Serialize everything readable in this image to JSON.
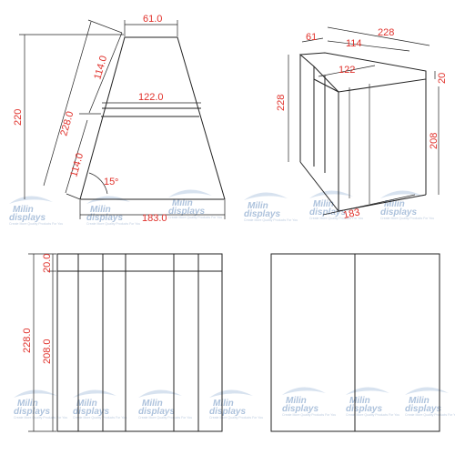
{
  "dimensions": {
    "front_top_width": "61.0",
    "front_mid_width": "122.0",
    "front_bottom_width": "183.0",
    "front_total_height": "220",
    "front_slant_total": "228.0",
    "front_slant_upper": "114.0",
    "front_slant_lower": "114.0",
    "front_angle": "15",
    "iso_top_front": "61",
    "iso_top_mid": "114",
    "iso_top_long": "228",
    "iso_inner_width": "122",
    "iso_height_left": "228",
    "iso_height_right": "208",
    "iso_top_thickness": "20",
    "iso_bottom": "183",
    "side_top_thickness": "20.0",
    "side_total_height": "228.0",
    "side_inner_height": "208.0"
  },
  "watermark": {
    "brand_line1": "Milin",
    "brand_line2": "displays",
    "tagline": "Create More Quality Products For You"
  }
}
